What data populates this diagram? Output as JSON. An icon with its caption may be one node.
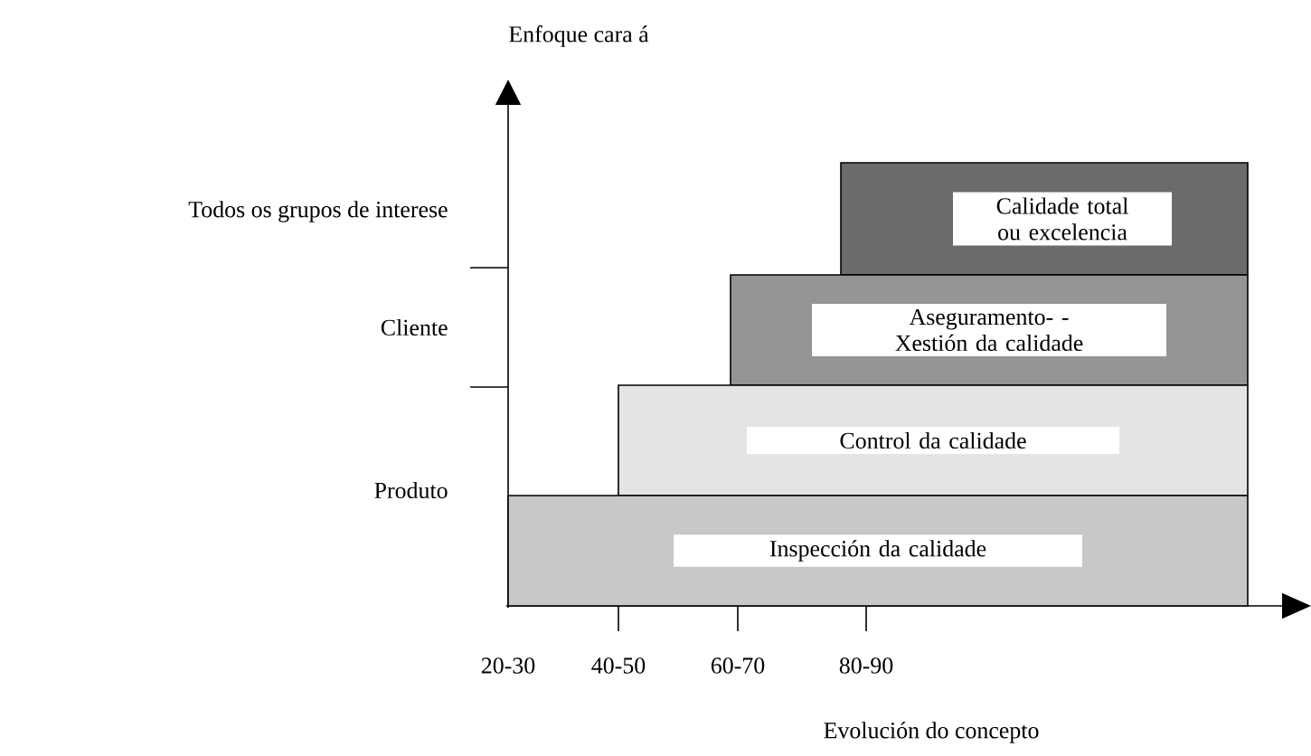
{
  "diagram": {
    "nodes": [
      {
        "text": [
          "Calidade total ou excelencia"
        ]
      },
      {
        "text": [
          "Aseguramento- -Xestión da calidade"
        ]
      },
      {
        "text": [
          "Control da calidade"
        ]
      },
      {
        "text": [
          "Inspección da calidade"
        ]
      }
    ],
    "labels": [
      "Enfoque cara á",
      "Todos os grupos de interese",
      "Cliente",
      "Produto",
      "20-30",
      "40-50",
      "60-70",
      "80-90",
      "Evolución do concepto"
    ]
  }
}
